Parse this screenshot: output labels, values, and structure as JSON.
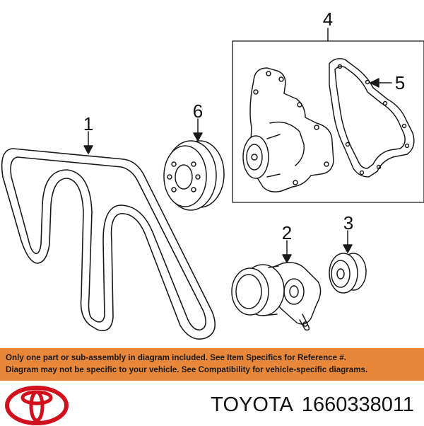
{
  "diagram": {
    "callouts": {
      "c1": "1",
      "c2": "2",
      "c3": "3",
      "c4": "4",
      "c5": "5",
      "c6": "6"
    }
  },
  "notice": {
    "line1": "Only one part or sub-assembly in diagram included. See Item Specifics for Reference #.",
    "line2": "Diagram may not be specific to your vehicle. See Compatibility for vehicle-specific diagrams.",
    "bg_color": "#e8873a"
  },
  "footer": {
    "brand": "TOYOTA",
    "part_number": "1660338011",
    "logo_color": "#d0101c"
  }
}
